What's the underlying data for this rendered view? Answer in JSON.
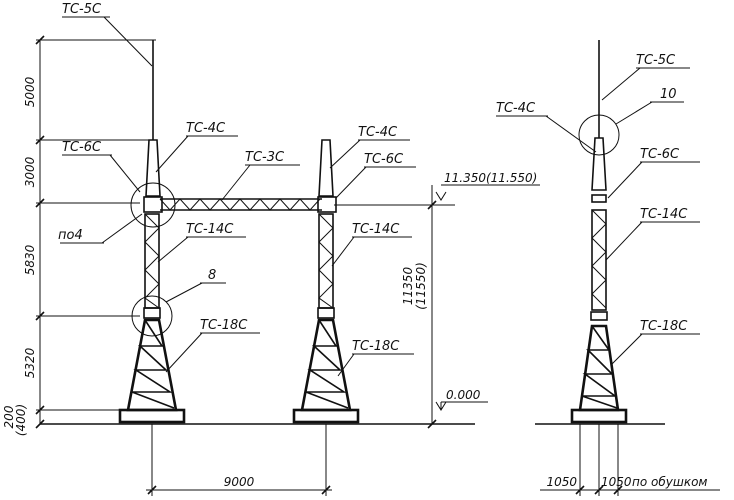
{
  "labels": {
    "tc5c_main": "ТС-5С",
    "tc6c_left": "ТС-6С",
    "tc4c_left": "ТС-4С",
    "tc3c": "ТС-3С",
    "tc4c_mid": "ТС-4С",
    "tc6c_mid": "ТС-6С",
    "po4": "по4",
    "tc14c_left": "ТС-14С",
    "callout_8": "8",
    "tc18c_left": "ТС-18С",
    "tc14c_mid": "ТС-14С",
    "tc18c_mid": "ТС-18С",
    "tc4c_right": "ТС-4С",
    "tc5c_right": "ТС-5С",
    "callout_10": "10",
    "tc6c_right": "ТС-6С",
    "tc14c_right": "ТС-14С",
    "tc18c_right": "ТС-18С"
  },
  "dimensions": {
    "h5000": "5000",
    "h3000": "3000",
    "h5830": "5830",
    "h5320": "5320",
    "h200": "200",
    "h400": "(400)",
    "span9000": "9000",
    "elev_beam": "11.350(11.550)",
    "elev_total_a": "11350",
    "elev_total_b": "(11550)",
    "elev_zero": "0.000",
    "w1050_left": "1050",
    "w1050_right": "1050",
    "note_po_obushkom": "по обушком"
  }
}
